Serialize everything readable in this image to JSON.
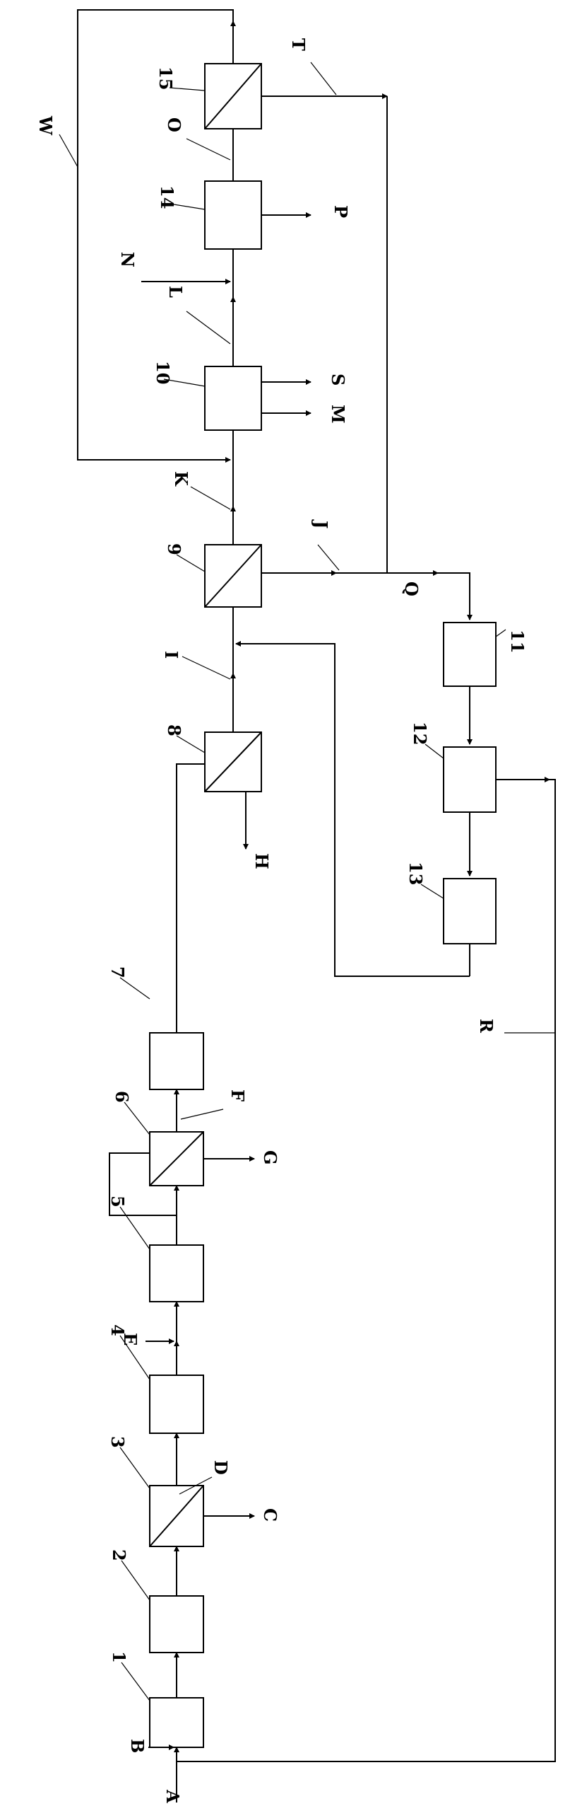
{
  "diagram": {
    "units": {
      "u1": "1",
      "u2": "2",
      "u3": "3",
      "u4": "4",
      "u5": "5",
      "u6": "6",
      "u7": "7",
      "u8": "8",
      "u9": "9",
      "u10": "10",
      "u11": "11",
      "u12": "12",
      "u13": "13",
      "u14": "14",
      "u15": "15"
    },
    "streams": {
      "A": "A",
      "B": "B",
      "C": "C",
      "D": "D",
      "E": "E",
      "F": "F",
      "G": "G",
      "H": "H",
      "I": "I",
      "J": "J",
      "K": "K",
      "L": "L",
      "M": "M",
      "S": "S",
      "N": "N",
      "O": "O",
      "P": "P",
      "Q": "Q",
      "R": "R",
      "T": "T",
      "W": "W"
    }
  }
}
